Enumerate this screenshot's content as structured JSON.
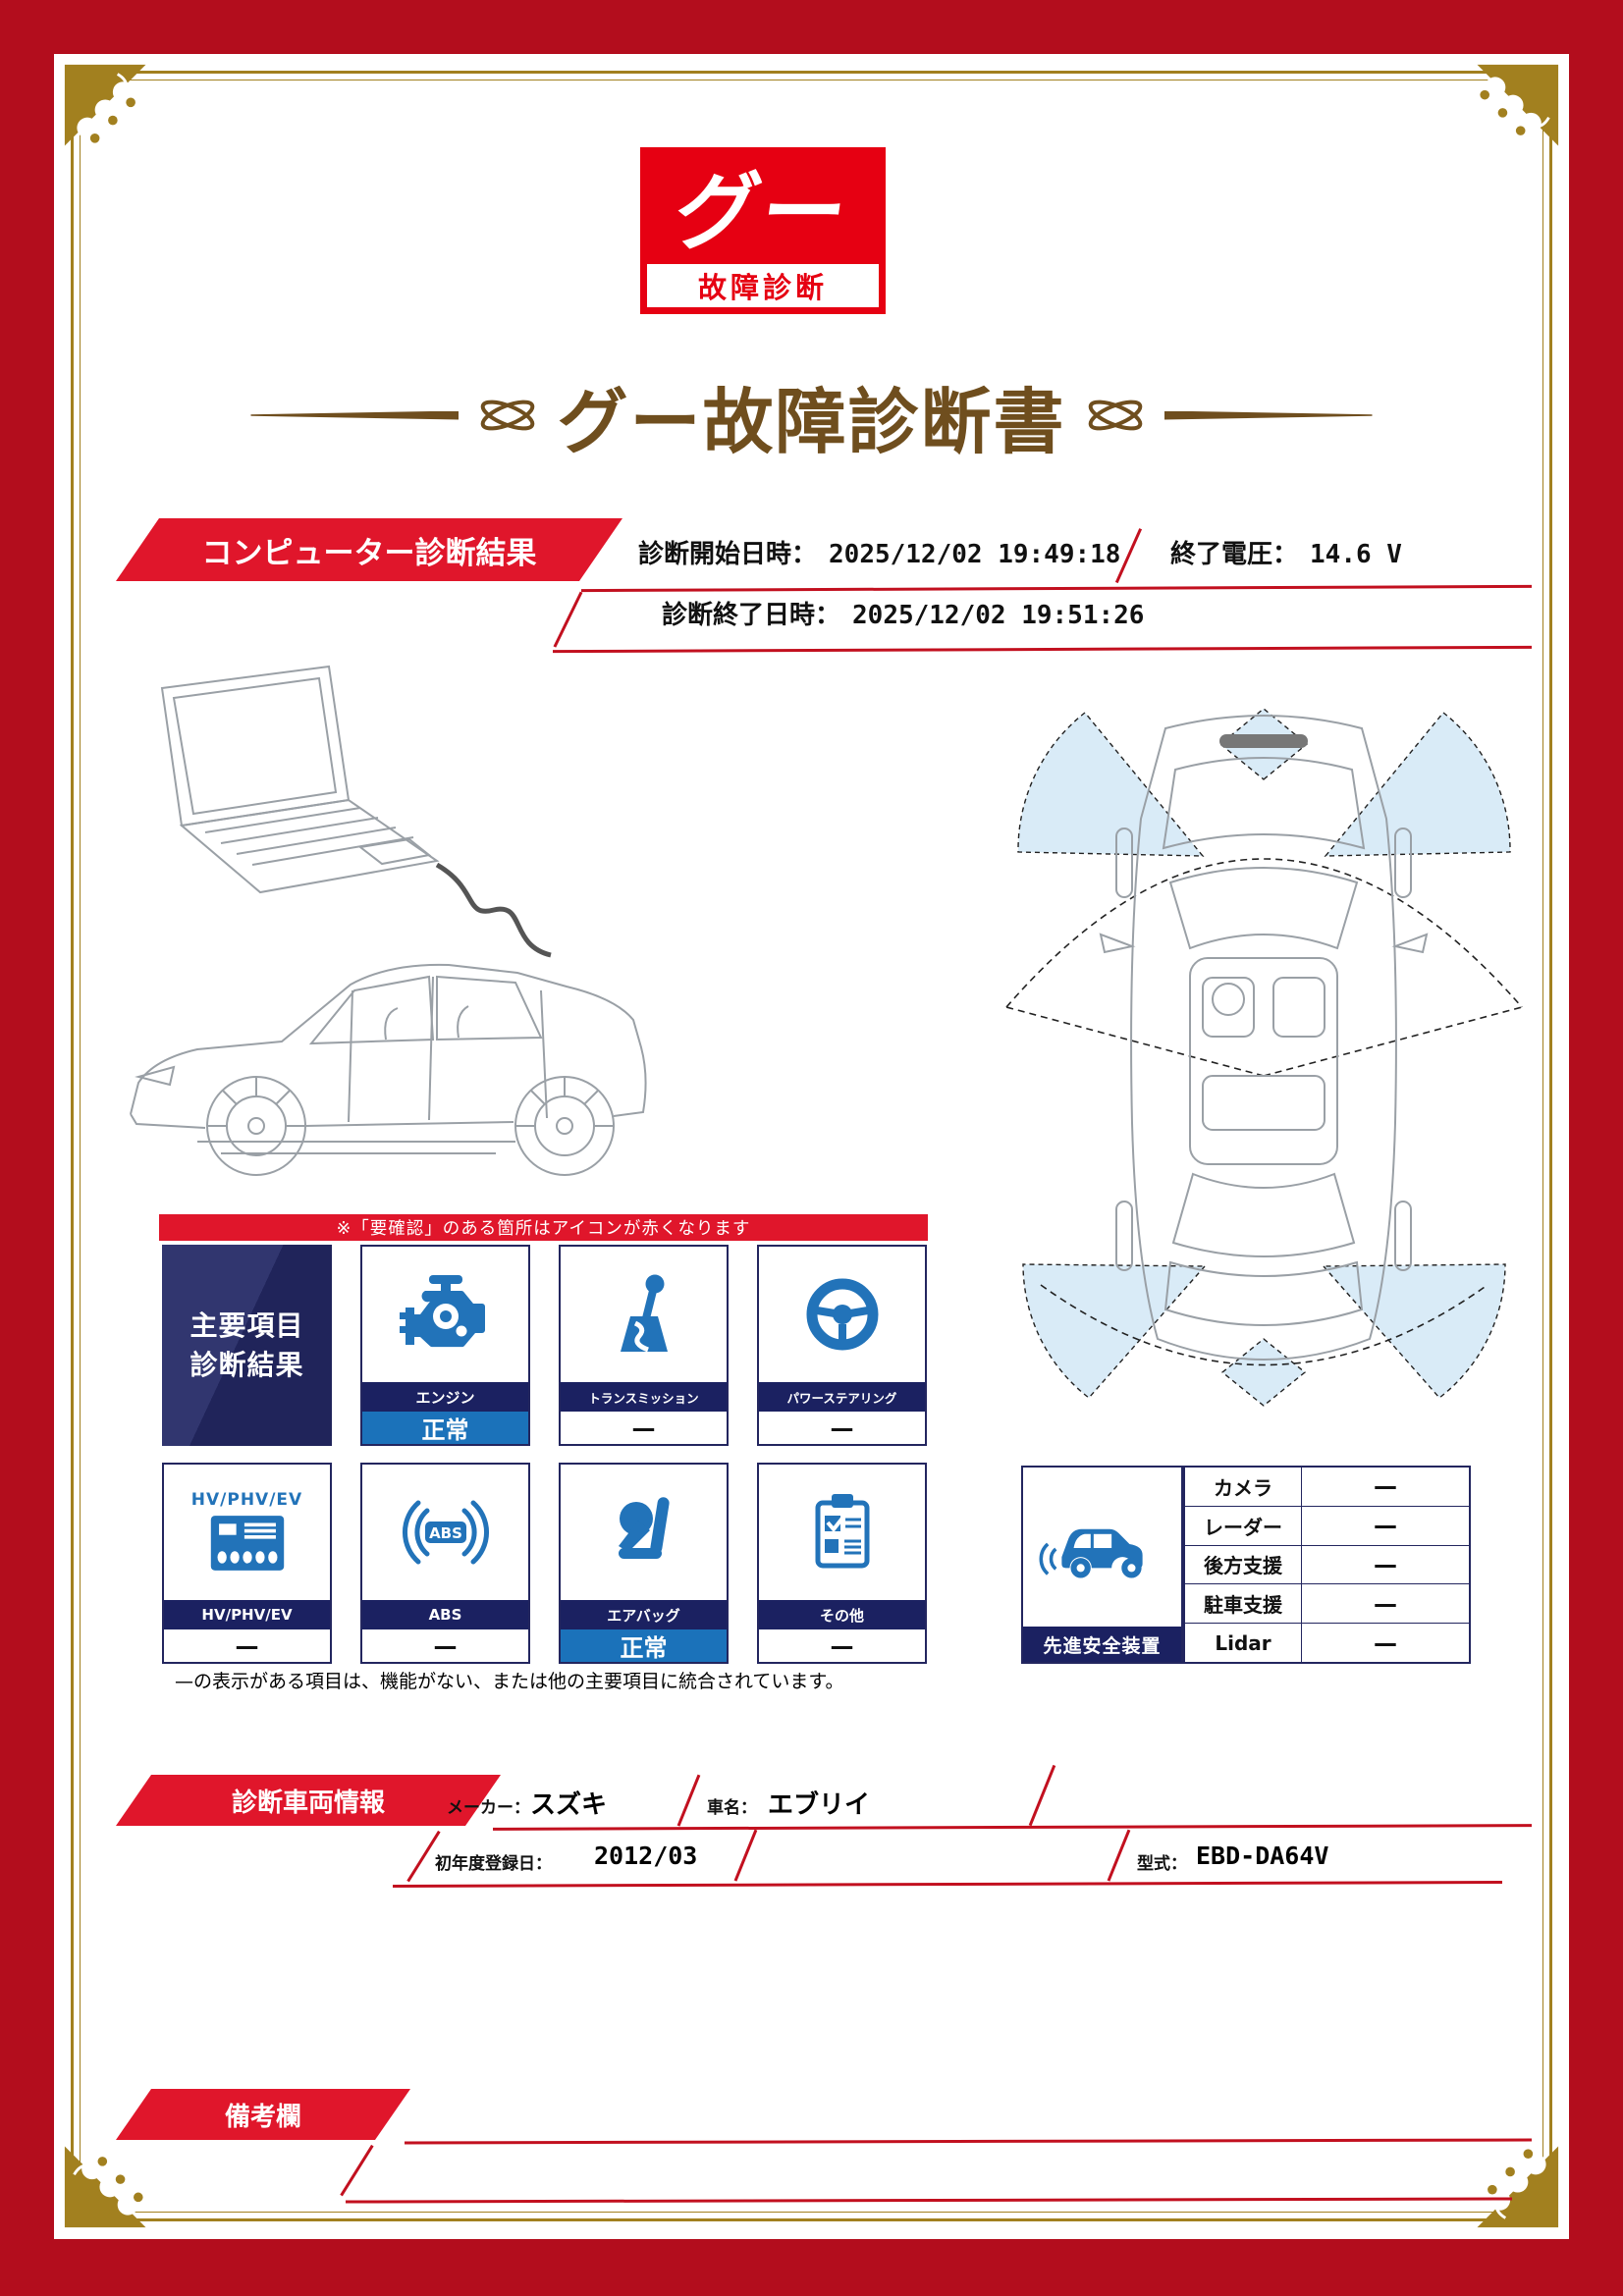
{
  "colors": {
    "frame_red": "#b30d1d",
    "banner_red": "#e0162b",
    "logo_red": "#e60012",
    "gold": "#a2801f",
    "title_brown": "#6f4e1e",
    "navy": "#1b2161",
    "status_blue": "#1b72ba",
    "icon_blue": "#2273b9"
  },
  "logo": {
    "main": "グー",
    "sub": "故障診断"
  },
  "title": "グー故障診断書",
  "computer_diagnosis": {
    "banner": "コンピューター診断結果",
    "start_label": "診断開始日時：",
    "start_value": "2025/12/02 19:49:18",
    "end_voltage_label": "終了電圧：",
    "end_voltage_value": "14.6 V",
    "end_label": "診断終了日時：",
    "end_value": "2025/12/02 19:51:26"
  },
  "warning_note": "※「要確認」のある箇所はアイコンが赤くなります",
  "main_items": {
    "header_line1": "主要項目",
    "header_line2": "診断結果",
    "items": [
      {
        "label": "エンジン",
        "status": "正常",
        "icon": "engine-icon"
      },
      {
        "label": "トランスミッション",
        "status": "—",
        "icon": "transmission-icon"
      },
      {
        "label": "パワーステアリング",
        "status": "—",
        "icon": "steering-wheel-icon"
      },
      {
        "label": "HV/PHV/EV",
        "icon_text": "HV/PHV/EV",
        "status": "—",
        "icon": "hv-battery-icon"
      },
      {
        "label": "ABS",
        "icon_text": "ABS",
        "status": "—",
        "icon": "abs-icon"
      },
      {
        "label": "エアバッグ",
        "status": "正常",
        "icon": "airbag-icon"
      },
      {
        "label": "その他",
        "status": "—",
        "icon": "checklist-icon"
      }
    ]
  },
  "grid_note": "—の表示がある項目は、機能がない、または他の主要項目に統合されています。",
  "advanced_safety": {
    "header": "先進安全装置",
    "rows": [
      {
        "label": "カメラ",
        "value": "—"
      },
      {
        "label": "レーダー",
        "value": "—"
      },
      {
        "label": "後方支援",
        "value": "—"
      },
      {
        "label": "駐車支援",
        "value": "—"
      },
      {
        "label": "Lidar",
        "value": "—"
      }
    ]
  },
  "vehicle_info": {
    "banner": "診断車両情報",
    "maker_label": "メーカー：",
    "maker_value": "スズキ",
    "car_name_label": "車名：",
    "car_name_value": "エブリイ",
    "first_registration_label": "初年度登録日：",
    "first_registration_value": "2012/03",
    "model_code_label": "型式：",
    "model_code_value": "EBD-DA64V"
  },
  "remarks": {
    "banner": "備考欄"
  }
}
